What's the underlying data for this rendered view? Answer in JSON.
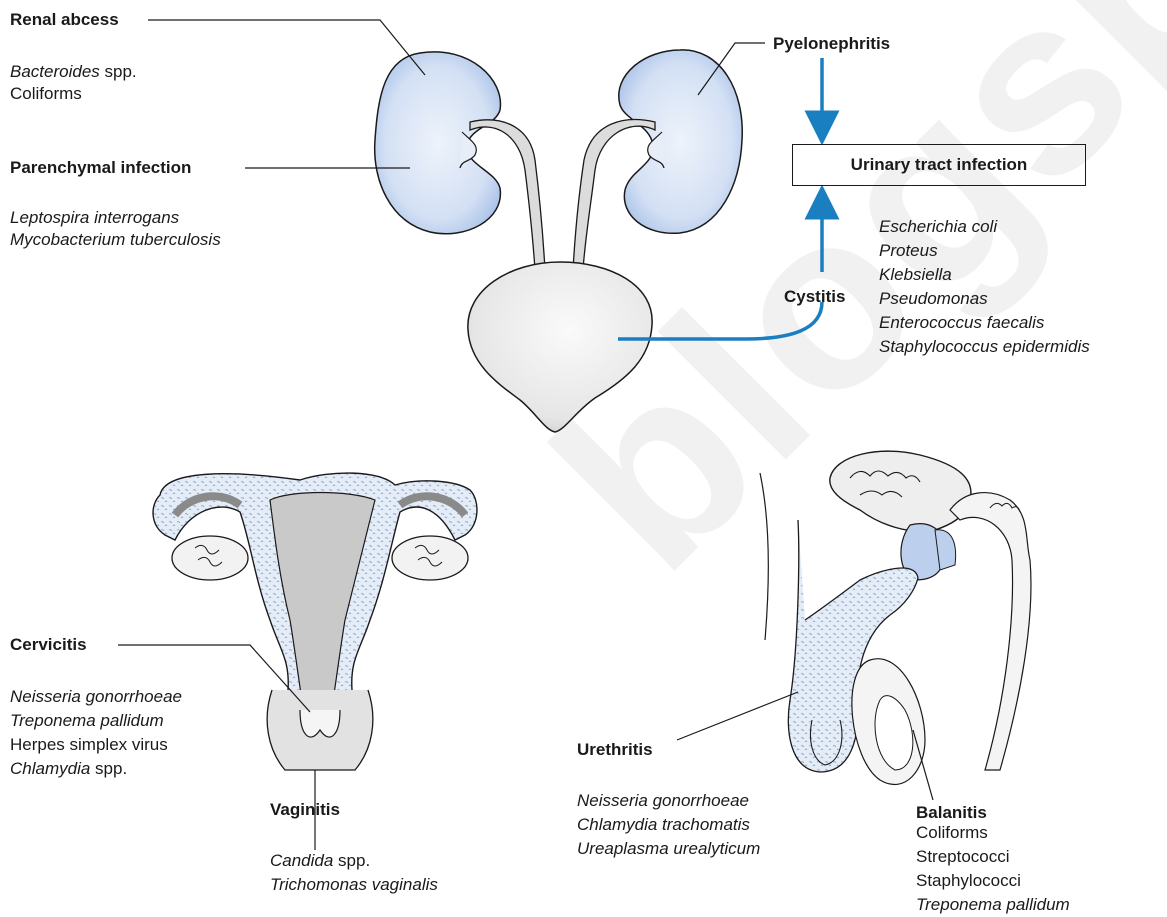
{
  "renal_abscess": {
    "heading": "Renal abcess",
    "organisms": [
      {
        "name": "Bacteroides",
        "suffix": " spp."
      },
      {
        "name": "",
        "suffix": "Coliforms"
      }
    ]
  },
  "parenchymal_infection": {
    "heading": "Parenchymal infection",
    "organisms": [
      "Leptospira interrogans",
      "Mycobacterium tuberculosis"
    ]
  },
  "pyelonephritis": {
    "heading": "Pyelonephritis"
  },
  "uti": {
    "label": "Urinary tract infection"
  },
  "cystitis": {
    "heading": "Cystitis",
    "organisms": [
      "Escherichia coli",
      "Proteus",
      "Klebsiella",
      "Pseudomonas",
      "Enterococcus faecalis",
      "Staphylococcus epidermidis"
    ]
  },
  "cervicitis": {
    "heading": "Cervicitis",
    "organisms": [
      {
        "name": "Neisseria gonorrhoeae",
        "suffix": ""
      },
      {
        "name": "Treponema pallidum",
        "suffix": ""
      },
      {
        "name": "",
        "suffix": "Herpes simplex virus"
      },
      {
        "name": "Chlamydia",
        "suffix": " spp."
      }
    ]
  },
  "vaginitis": {
    "heading": "Vaginitis",
    "organisms": [
      {
        "name": "Candida",
        "suffix": " spp."
      },
      {
        "name": "Trichomonas vaginalis",
        "suffix": ""
      }
    ]
  },
  "urethritis": {
    "heading": "Urethritis",
    "organisms": [
      "Neisseria gonorrhoeae",
      "Chlamydia trachomatis",
      "Ureaplasma urealyticum"
    ]
  },
  "balanitis": {
    "heading": "Balanitis",
    "organisms": [
      {
        "name": "",
        "suffix": "Coliforms"
      },
      {
        "name": "",
        "suffix": "Streptococci"
      },
      {
        "name": "",
        "suffix": "Staphylococci"
      },
      {
        "name": "Treponema pallidum",
        "suffix": ""
      }
    ]
  },
  "colors": {
    "kidney_fill": "#bcd0ee",
    "arrow": "#1a7fc1",
    "organ_gray": "#dadada",
    "ink": "#1a1a1a"
  },
  "watermark": "blogspot"
}
